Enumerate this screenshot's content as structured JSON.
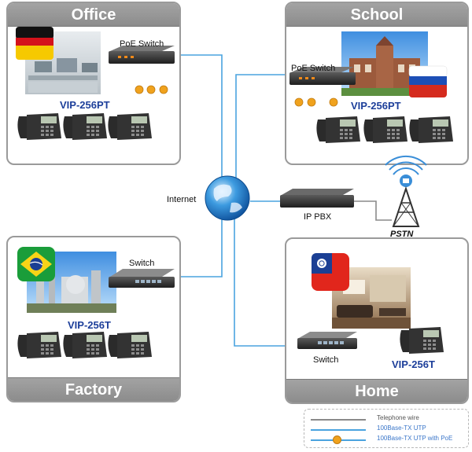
{
  "sites": {
    "office": {
      "title": "Office",
      "switch_label": "PoE Switch",
      "phone_model": "VIP-256PT",
      "flag": "germany-flag",
      "photo": "office-photo"
    },
    "school": {
      "title": "School",
      "switch_label": "PoE Switch",
      "phone_model": "VIP-256PT",
      "flag": "russia-flag",
      "photo": "school-building-photo"
    },
    "factory": {
      "title": "Factory",
      "switch_label": "Switch",
      "phone_model": "VIP-256T",
      "flag": "brazil-flag",
      "photo": "factory-photo"
    },
    "home": {
      "title": "Home",
      "switch_label": "Switch",
      "phone_model": "VIP-256T",
      "flag": "taiwan-flag",
      "photo": "living-room-photo"
    }
  },
  "internet_label": "Internet",
  "pbx_label": "IP PBX",
  "pstn_label": "PSTN",
  "poe_badge": "PoE",
  "legend": {
    "telephone_wire": "Telephone wire",
    "utp": "100Base-TX UTP",
    "utp_poe": "100Base-TX UTP with PoE"
  },
  "colors": {
    "utp_line": "#4aa3df",
    "telephone_line": "#8a8a8a",
    "poe_badge": "#f0a21d",
    "model_text": "#1d3f9a",
    "panel_header": "#999999"
  }
}
